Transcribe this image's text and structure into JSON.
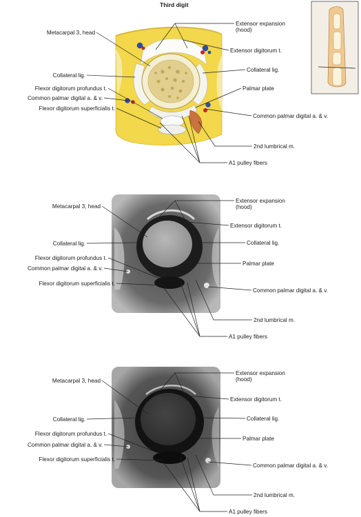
{
  "title": "Third digit",
  "panel_labels": {
    "extensor_expansion_line1": "Extensor expansion",
    "extensor_expansion_line2": "(hood)",
    "extensor_digitorum": "Extensor digitorum t.",
    "metacarpal_head": "Metacarpal 3, head",
    "collateral_left": "Collateral lig.",
    "collateral_right": "Collateral lig.",
    "fdp": "Flexor digitorum profundus t.",
    "palmar_plate": "Palmar plate",
    "common_palmar_left": "Common palmar digital a. & v.",
    "fds": "Flexor digitorum superficialis t.",
    "common_palmar_right": "Common palmar digital a. & v.",
    "lumbrical": "2nd lumbrical m.",
    "a1_pulley": "A1 pulley fibers"
  },
  "colors": {
    "fat": "#f2d84a",
    "bone_outer": "#f4efd0",
    "bone_inner": "#d9c68a",
    "tendon": "#f8f8f6",
    "muscle": "#c8723e",
    "artery": "#c8262a",
    "vein": "#2d4fa8",
    "mri_bg": "#5a5a5a"
  }
}
